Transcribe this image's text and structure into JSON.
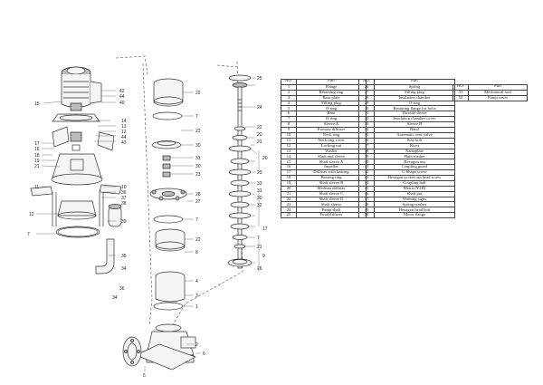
{
  "callouts": {
    "left_col": [
      "15",
      "14",
      "13",
      "12",
      "44",
      "43",
      "17",
      "16",
      "18",
      "19",
      "21",
      "11",
      "10",
      "36",
      "37",
      "38",
      "39",
      "7",
      "12",
      "35",
      "34"
    ],
    "top_right_pump": [
      "42",
      "44",
      "40"
    ],
    "mid_col": [
      "22",
      "7",
      "22",
      "30",
      "31",
      "30",
      "23",
      "28",
      "27",
      "7",
      "22",
      "8",
      "4",
      "3",
      "1",
      "2",
      "6",
      "5"
    ],
    "right_col": [
      "25",
      "24",
      "22",
      "20",
      "20",
      "21",
      "29",
      "33",
      "31",
      "30",
      "32",
      "17",
      "7",
      "21",
      "9",
      "26"
    ],
    "bottom": [
      "36",
      "34"
    ]
  },
  "tables": {
    "header_no": "NO.",
    "header_part": "Part",
    "t1": [
      {
        "no": "1",
        "part": "Flange"
      },
      {
        "no": "2",
        "part": "Retaining ring"
      },
      {
        "no": "3",
        "part": "Base plate"
      },
      {
        "no": "4",
        "part": "Filling plug"
      },
      {
        "no": "5",
        "part": "O-ring"
      },
      {
        "no": "6",
        "part": "Base"
      },
      {
        "no": "7",
        "part": "O-ring"
      },
      {
        "no": "8",
        "part": "Sleeve A"
      },
      {
        "no": "9",
        "part": "Primary diffuser"
      },
      {
        "no": "10",
        "part": "Neck ring"
      },
      {
        "no": "11",
        "part": "Neck ring cover"
      },
      {
        "no": "12",
        "part": "Locking nut"
      },
      {
        "no": "13",
        "part": "Washer"
      },
      {
        "no": "14",
        "part": "Shaft end sleeve"
      },
      {
        "no": "15",
        "part": "Shaft sleeve A"
      },
      {
        "no": "16",
        "part": "Impeller"
      },
      {
        "no": "17",
        "part": "Diffuser with bearing"
      },
      {
        "no": "18",
        "part": "Bearing ring"
      },
      {
        "no": "19",
        "part": "Shaft sleeve B"
      },
      {
        "no": "20",
        "part": "Medium diffuser"
      },
      {
        "no": "21",
        "part": "Shaft sleeve C"
      },
      {
        "no": "22",
        "part": "Shaft sleeve D"
      },
      {
        "no": "23",
        "part": "Shaft sleeve"
      },
      {
        "no": "24",
        "part": "Pump shaft"
      },
      {
        "no": "25",
        "part": "Final diffuser"
      }
    ],
    "t2": [
      {
        "no": "26",
        "part": "Spring"
      },
      {
        "no": "27",
        "part": "Filling plug"
      },
      {
        "no": "28",
        "part": "Insulation chamber"
      },
      {
        "no": "29",
        "part": "O-ring"
      },
      {
        "no": "30",
        "part": "Retaining flange for bolts"
      },
      {
        "no": "31",
        "part": "Throttle sleeve"
      },
      {
        "no": "32",
        "part": "Insulation chamber cover"
      },
      {
        "no": "33",
        "part": "Sleeve B"
      },
      {
        "no": "34",
        "part": "Bend"
      },
      {
        "no": "35",
        "part": "Automatic vent valve"
      },
      {
        "no": "36",
        "part": "Stay bolt"
      },
      {
        "no": "37",
        "part": "Rivet"
      },
      {
        "no": "38",
        "part": "Nameplate"
      },
      {
        "no": "39",
        "part": "Plain washer"
      },
      {
        "no": "40",
        "part": "Hexagon nut"
      },
      {
        "no": "41",
        "part": "Coupling guard"
      },
      {
        "no": "42",
        "part": "C-Shape screw"
      },
      {
        "no": "43",
        "part": "Hexagon socket cap head screw"
      },
      {
        "no": "44",
        "part": "Coupling half"
      },
      {
        "no": "45",
        "part": "Motor (Y2H)"
      },
      {
        "no": "46",
        "part": "Shaft pin"
      },
      {
        "no": "47",
        "part": "Warning signs"
      },
      {
        "no": "48",
        "part": "Spring washer"
      },
      {
        "no": "49",
        "part": "Hexagon head bolt"
      },
      {
        "no": "50",
        "part": "Motor flange"
      }
    ],
    "t3": [
      {
        "no": "51",
        "part": "Mechanical seal"
      },
      {
        "no": "52",
        "part": "Pump cover"
      }
    ]
  }
}
